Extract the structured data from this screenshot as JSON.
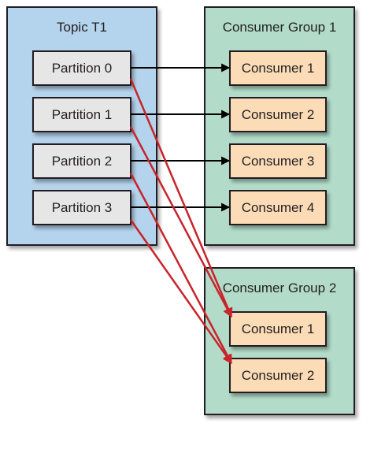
{
  "topic": {
    "title": "Topic T1",
    "partitions": [
      "Partition 0",
      "Partition 1",
      "Partition 2",
      "Partition 3"
    ]
  },
  "group1": {
    "title": "Consumer Group 1",
    "consumers": [
      "Consumer 1",
      "Consumer 2",
      "Consumer 3",
      "Consumer 4"
    ]
  },
  "group2": {
    "title": "Consumer Group 2",
    "consumers": [
      "Consumer 1",
      "Consumer 2"
    ]
  },
  "colors": {
    "topic_fill": "#b4d3ec",
    "group_fill": "#b2dcc9",
    "partition_fill": "#e6e6e6",
    "consumer_fill": "#fbdcb7",
    "border": "#231f20",
    "arrow_black": "#000000",
    "arrow_red": "#c8242b"
  },
  "edges": [
    {
      "from": "partition-0",
      "to": "group1-consumer-1",
      "color": "black"
    },
    {
      "from": "partition-1",
      "to": "group1-consumer-2",
      "color": "black"
    },
    {
      "from": "partition-2",
      "to": "group1-consumer-3",
      "color": "black"
    },
    {
      "from": "partition-3",
      "to": "group1-consumer-4",
      "color": "black"
    },
    {
      "from": "partition-0",
      "to": "group2-consumer-1",
      "color": "red"
    },
    {
      "from": "partition-1",
      "to": "group2-consumer-1",
      "color": "red"
    },
    {
      "from": "partition-2",
      "to": "group2-consumer-2",
      "color": "red"
    },
    {
      "from": "partition-3",
      "to": "group2-consumer-2",
      "color": "red"
    }
  ]
}
